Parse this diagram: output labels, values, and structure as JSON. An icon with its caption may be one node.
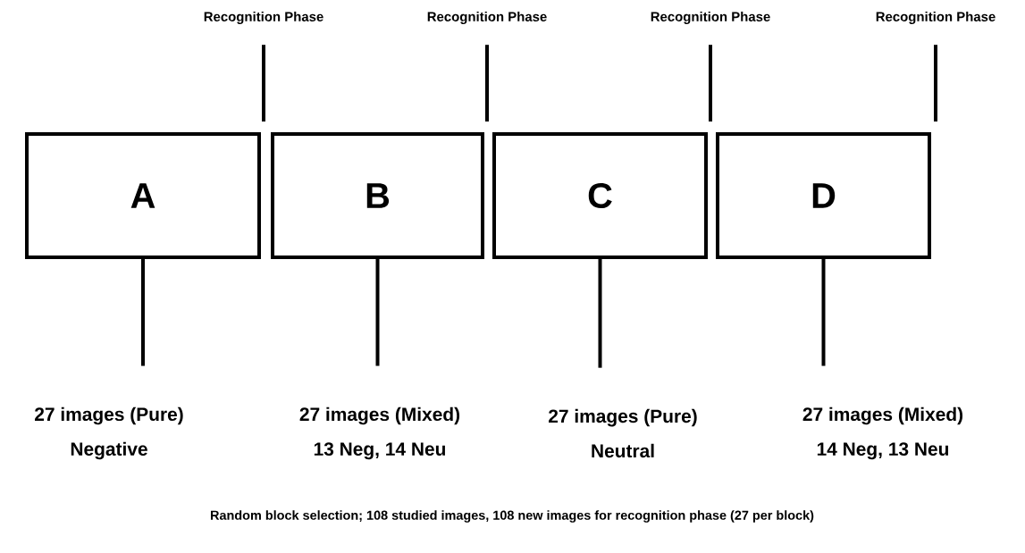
{
  "diagram": {
    "caption": "Random block selection; 108 studied images, 108 new images for recognition phase (27 per block)",
    "nodes": [
      {
        "text": [
          "A"
        ]
      },
      {
        "text": [
          "B"
        ]
      },
      {
        "text": [
          "C"
        ]
      },
      {
        "text": [
          "D"
        ]
      },
      {
        "text": [
          "Recognition Phase"
        ]
      },
      {
        "text": [
          "Recognition Phase"
        ]
      },
      {
        "text": [
          "Recognition Phase"
        ]
      },
      {
        "text": [
          "Recognition Phase"
        ]
      },
      {
        "text": [
          "27 images (Pure)",
          "Negative"
        ]
      },
      {
        "text": [
          "27 images (Mixed)",
          "13 Neg, 14 Neu"
        ]
      },
      {
        "text": [
          "27 images (Pure)",
          "Neutral"
        ]
      },
      {
        "text": [
          "27 images (Mixed)",
          "14 Neg, 13 Neu"
        ]
      }
    ],
    "edges": [
      {
        "from": 0,
        "to": 4,
        "arrow": "none"
      },
      {
        "from": 1,
        "to": 5,
        "arrow": "none"
      },
      {
        "from": 2,
        "to": 6,
        "arrow": "none"
      },
      {
        "from": 3,
        "to": 7,
        "arrow": "none"
      },
      {
        "from": 0,
        "to": 8,
        "arrow": "none"
      },
      {
        "from": 1,
        "to": 9,
        "arrow": "none"
      },
      {
        "from": 2,
        "to": 10,
        "arrow": "none"
      },
      {
        "from": 3,
        "to": 11,
        "arrow": "none"
      }
    ]
  }
}
